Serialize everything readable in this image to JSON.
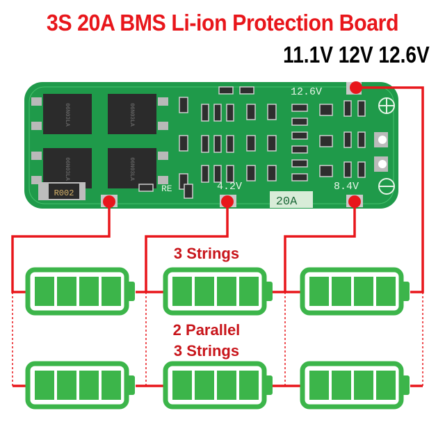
{
  "title": "3S 20A BMS Li-ion Protection Board",
  "voltages": "11.1V 12V 12.6V",
  "board": {
    "pad_labels": [
      "12.6V",
      "4.2V",
      "8.4V"
    ],
    "current_label": "20A",
    "shunt_label": "R002",
    "re_label": "RE",
    "mosfet_labels": [
      "06N03LA",
      "06N03LA",
      "06N03LA",
      "06N03LA"
    ]
  },
  "labels": {
    "top_row": "3 Strings",
    "bottom_row_line1": "2 Parallel",
    "bottom_row_line2": "3 Strings"
  },
  "colors": {
    "title": "#e8161b",
    "wire": "#e8161b",
    "battery": "#3cb54a",
    "pcb": "#1f9a4a"
  },
  "battery_rows": 2,
  "battery_cols": 3,
  "battery_cells": 4
}
